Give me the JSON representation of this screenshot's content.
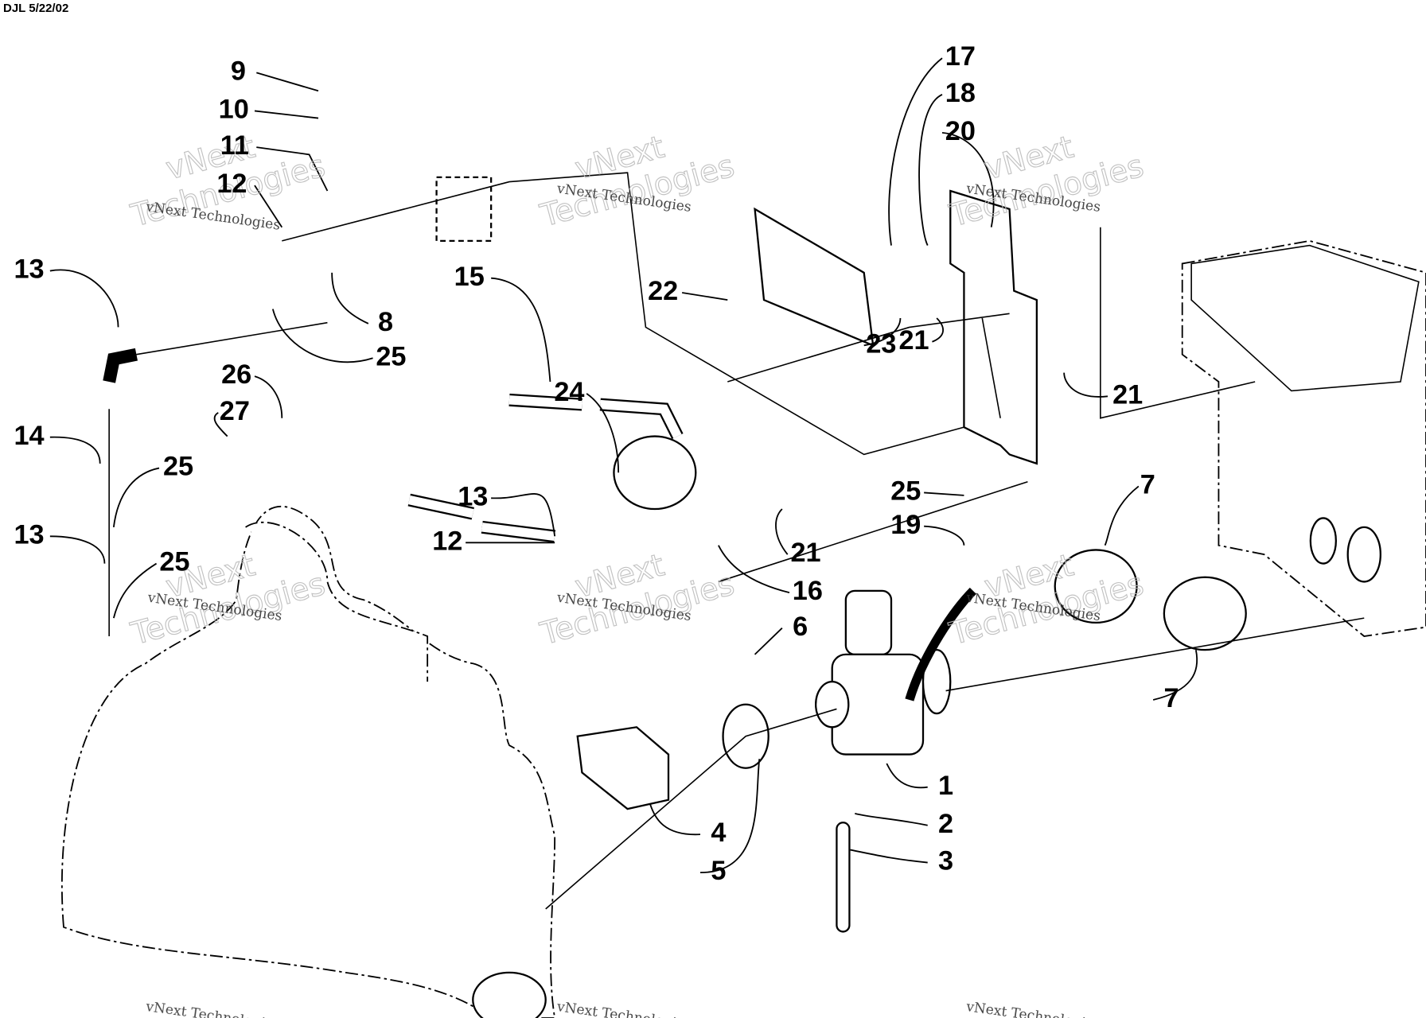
{
  "header": {
    "drawing_code": "DJL 5/22/02"
  },
  "watermark": {
    "small": "vNext Technologies",
    "large_top": "vNext",
    "large_bottom": "Technologies"
  },
  "callouts": [
    "9",
    "10",
    "11",
    "12",
    "13",
    "8",
    "25",
    "26",
    "27",
    "14",
    "25",
    "13",
    "25",
    "15",
    "24",
    "13",
    "12",
    "16",
    "21",
    "17",
    "18",
    "20",
    "22",
    "23",
    "21",
    "21",
    "25",
    "19",
    "7",
    "7",
    "6",
    "1",
    "2",
    "3",
    "4",
    "5"
  ]
}
